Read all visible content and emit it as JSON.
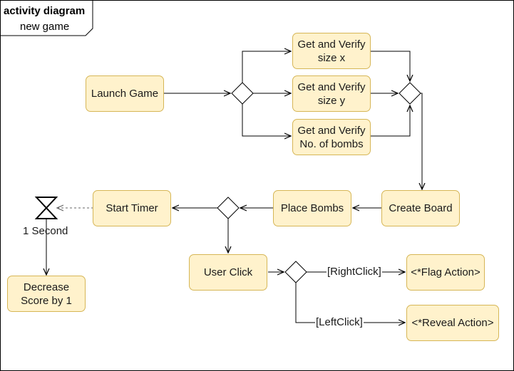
{
  "frame": {
    "title": "activity diagram",
    "subtitle": "new game"
  },
  "nodes": {
    "launch": "Launch Game",
    "size_x": "Get and Verify\nsize x",
    "size_y": "Get and Verify\nsize y",
    "bombs_count": "Get and Verify\nNo. of bombs",
    "create_board": "Create Board",
    "place_bombs": "Place Bombs",
    "start_timer": "Start Timer",
    "user_click": "User Click",
    "flag": "<*Flag Action>",
    "reveal": "<*Reveal Action>",
    "decrease": "Decrease\nScore by 1"
  },
  "timer": {
    "label": "1 Second"
  },
  "edges": {
    "right_click": "[RightClick]",
    "left_click": "[LeftClick]"
  },
  "colors": {
    "node_fill": "#fff2cc",
    "node_border": "#d6b656",
    "line": "#000000"
  }
}
